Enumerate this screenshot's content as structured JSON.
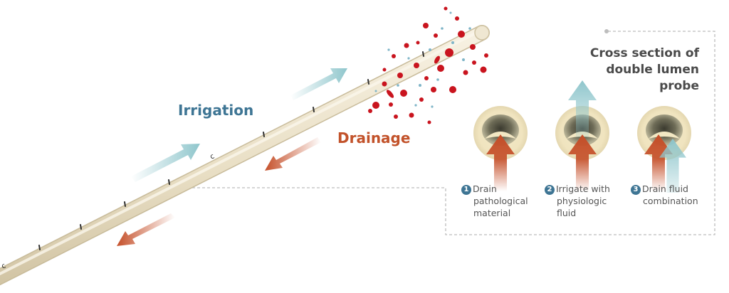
{
  "labels": {
    "irrigation": "Irrigation",
    "drainage": "Drainage"
  },
  "cross_section": {
    "title_lines": [
      "Cross section of",
      "double lumen",
      "probe"
    ],
    "steps": [
      {
        "number": "1",
        "caption_lines": [
          "Drain",
          "pathological",
          "material"
        ]
      },
      {
        "number": "2",
        "caption_lines": [
          "Irrigate with",
          "physiologic",
          "fluid"
        ]
      },
      {
        "number": "3",
        "caption_lines": [
          "Drain fluid",
          "combination"
        ]
      }
    ]
  },
  "probe_markings": [
    "с",
    "с"
  ],
  "colors": {
    "irrigation_text": "#3e7594",
    "irrigation_arrow": "#8fc6cc",
    "drainage_text": "#c2522a",
    "drainage_arrow": "#c5502a",
    "probe_fill": "#ece3cc",
    "probe_edge": "#c9bd9f",
    "number_badge": "#3e7594"
  }
}
